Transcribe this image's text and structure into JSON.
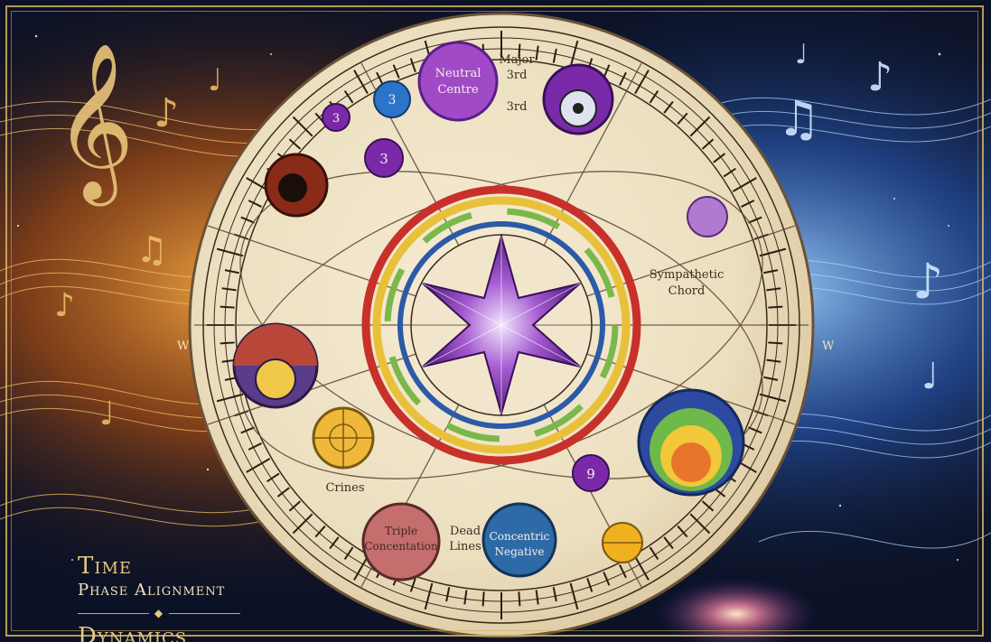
{
  "labels": {
    "neutral_centre": [
      "Neutral",
      "Centre"
    ],
    "major_3rd": [
      "Major",
      "3rd"
    ],
    "third": "3rd",
    "num_3a": "3",
    "num_3b": "3",
    "num_3c": "3",
    "num_9": "9",
    "sympathetic_chord": [
      "Sympathetic",
      "Chord"
    ],
    "west_left": "W",
    "west_right": "W",
    "crines": "Crines",
    "triple_concentation": [
      "Triple",
      "Concentation"
    ],
    "dead_lines": [
      "Dead",
      "Lines"
    ],
    "concentric_negative": [
      "Concentric",
      "Negative"
    ]
  },
  "caption": {
    "time": "Time",
    "phase": "Phase Alignment",
    "dynamics": "Dynamics"
  },
  "colors": {
    "parchment": "#efe4c8",
    "gold": "#d6b25e",
    "purple": "#7b2fa0",
    "orange_glow": "#f08a1c",
    "blue_glow": "#3a72d8"
  },
  "icons": [
    "treble-clef-icon",
    "music-note-icon",
    "hexagram-star-icon",
    "spiral-galaxy-icon"
  ]
}
